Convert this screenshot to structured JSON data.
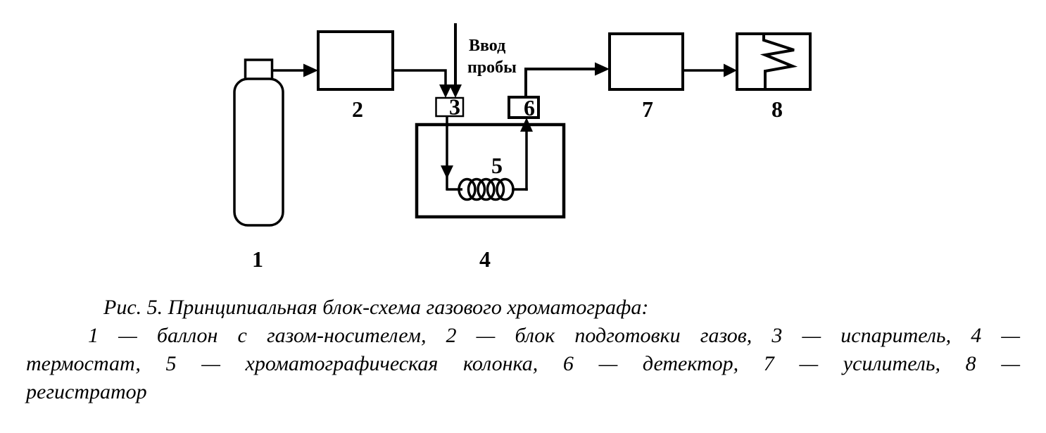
{
  "diagram": {
    "injection": {
      "line1": "Ввод",
      "line2": "пробы"
    },
    "labels": {
      "n1": "1",
      "n2": "2",
      "n3": "3",
      "n4": "4",
      "n5": "5",
      "n6": "6",
      "n7": "7",
      "n8": "8"
    },
    "colors": {
      "stroke": "#000000",
      "background": "#ffffff"
    }
  },
  "caption": {
    "title": "Рис. 5. Принципиальная блок-схема газового хроматографа:",
    "body": "1 — баллон с газом-носителем, 2 — блок подготовки газов, 3 — испаритель, 4 — термостат, 5 — хроматографическая колонка, 6 — детектор, 7 — усилитель, 8 — регистратор"
  },
  "legend": [
    {
      "num": "1",
      "name": "баллон с газом-носителем"
    },
    {
      "num": "2",
      "name": "блок подготовки газов"
    },
    {
      "num": "3",
      "name": "испаритель"
    },
    {
      "num": "4",
      "name": "термостат"
    },
    {
      "num": "5",
      "name": "хроматографическая колонка"
    },
    {
      "num": "6",
      "name": "детектор"
    },
    {
      "num": "7",
      "name": "усилитель"
    },
    {
      "num": "8",
      "name": "регистратор"
    }
  ]
}
